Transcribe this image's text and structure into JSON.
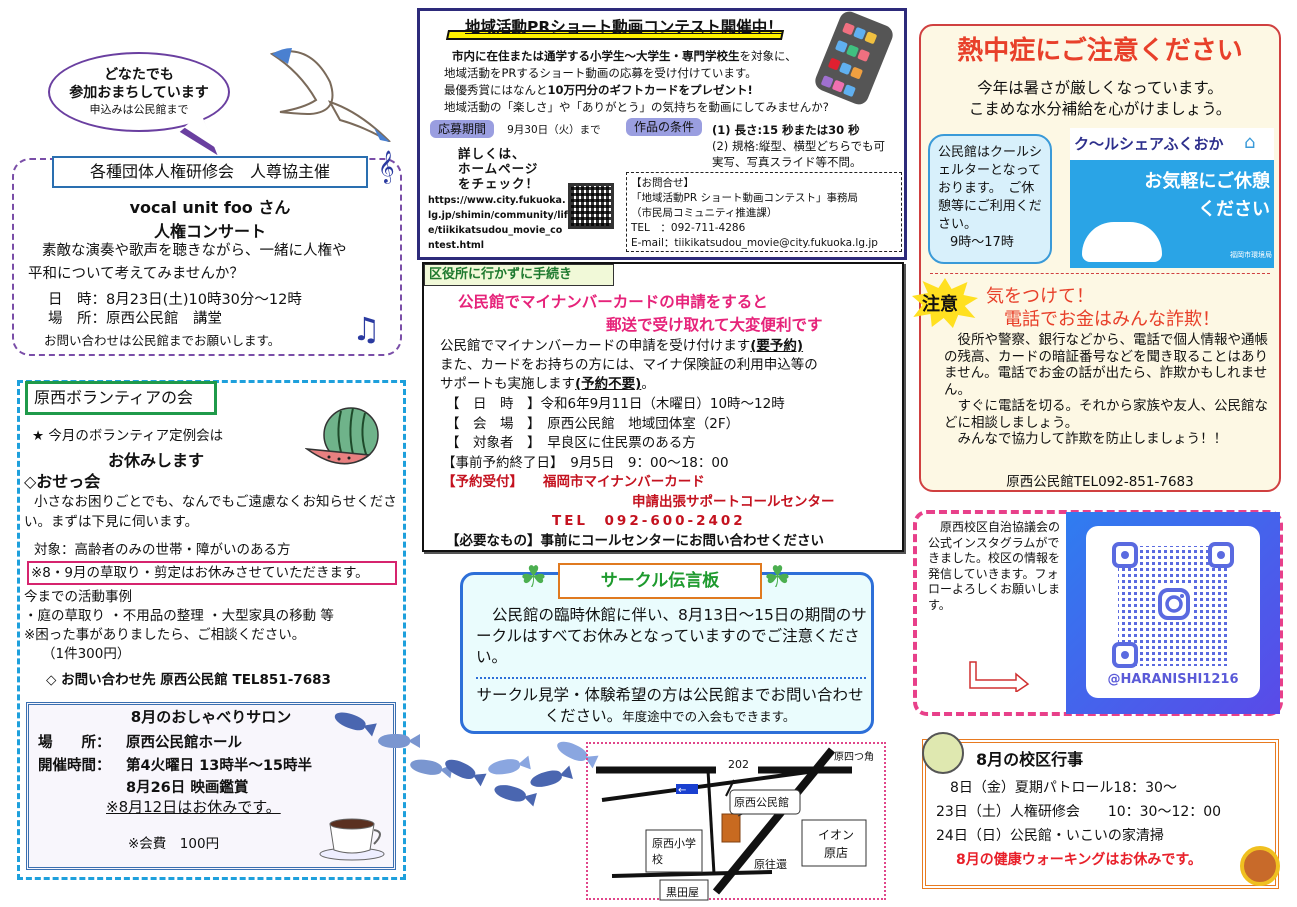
{
  "concert": {
    "bubble_line1": "どなたでも",
    "bubble_line2": "参加おまちしています",
    "bubble_line3": "申込みは公民館まで",
    "label": "各種団体人権研修会　人尊協主催",
    "performer": "vocal unit foo さん",
    "title": "人権コンサート",
    "desc_line1": "素敵な演奏や歌声を聴きながら、一緒に人権や",
    "desc_line2": "平和について考えてみませんか？",
    "datetime": "日　時：8月23日(土)10時30分～12時",
    "place": "場　所：原西公民館　講堂",
    "inquiry": "お問い合わせは公民館までお願いします。"
  },
  "volunteer": {
    "title": "原西ボランティアの会",
    "star_line": "★  今月のボランティア定例会は",
    "rest": "お休みします",
    "osekkai": "◇おせっ会",
    "desc": "小さなお困りごとでも、なんでもご遠慮なくお知らせください。まずは下見に伺います。",
    "target": "対象：高齢者のみの世帯・障がいのある方",
    "notice": "※8・9月の草取り・剪定はお休みさせていただきます。",
    "examples_title": "今までの活動事例",
    "examples": "・庭の草取り ・不用品の整理  ・大型家具の移動  等",
    "consult": "※困った事がありましたら、ご相談ください。",
    "fee": "（1件300円）",
    "contact": "◇ お問い合わせ先  原西公民館  TEL851-7683"
  },
  "salon": {
    "title": "8月のおしゃべりサロン",
    "place_label": "場　　所：",
    "place": "原西公民館ホール",
    "time_label": "開催時間：",
    "time": "第4火曜日  13時半～15時半",
    "special": "8月26日  映画鑑賞",
    "cancel": "※8月12日はお休みです。",
    "fee": "※会費　100円"
  },
  "contest": {
    "title": "地域活動PRショート動画コンテスト開催中！",
    "line1_bold": "市内に在住または通学する小学生～大学生・専門学校生",
    "line1_rest": "を対象に、",
    "line2": "地域活動をPRするショート動画の応募を受け付けています。",
    "line3_pre": "最優秀賞にはなんと",
    "line3_bold": "10万円分のギフトカードをプレゼント!",
    "line4": "地域活動の「楽しさ」や「ありがとう」の気持ちを動画にしてみませんか?",
    "period_label": "応募期間",
    "period": "9月30日（火）まで",
    "cond_label": "作品の条件",
    "cond1": "(1) 長さ:15 秒または30 秒",
    "cond2": "(2) 規格:縦型、横型どちらでも可",
    "cond3": "実写、写真スライド等不問。",
    "check_line1": "詳しくは、",
    "check_line2": "ホームページ",
    "check_line3": "をチェック！",
    "url": "https://www.city.fukuoka.lg.jp/shimin/community/life/tiikikatsudou_movie_contest.html",
    "inq_title": "【お問合せ】",
    "inq_office": "「地域活動PR ショート動画コンテスト」事務局",
    "inq_dept": "（市民局コミュニティ推進課）",
    "inq_tel": "TEL　：092-711-4286",
    "inq_email": "E-mail：tiikikatsudou_movie@city.fukuoka.lg.jp"
  },
  "mynumber": {
    "tag": "区役所に行かずに手続き",
    "headline1": "公民館でマイナンバーカードの申請をすると",
    "headline2": "郵送で受け取れて大変便利です",
    "body1_pre": "公民館でマイナンバーカードの申請を受け付けます",
    "body1_u": "(要予約)",
    "body2": "また、カードをお持ちの方には、マイナ保険証の利用申込等の",
    "body3_pre": "サポートも実施します",
    "body3_u": "(予約不要)",
    "body3_post": "。",
    "date": "【　日　時　】令和6年9月11日（木曜日）10時～12時",
    "venue": "【　会　場　】　原西公民館　地域団体室（2F）",
    "target": "【　対象者　】　早良区に住民票のある方",
    "deadline": "【事前予約終了日】　9月5日　9：00～18：00",
    "reserve_label": "【予約受付】",
    "reserve_center1": "福岡市マイナンバーカード",
    "reserve_center2": "申請出張サポートコールセンター",
    "tel": "TEL　092-600-2402",
    "required": "【必要なもの】事前にコールセンターにお問い合わせください"
  },
  "circle": {
    "title": "サークル伝言板",
    "para1": "公民館の臨時休館に伴い、8月13日～15日の期間のサークルはすべてお休みとなっていますのでご注意ください。",
    "para2_main": "サークル見学・体験希望の方は公民館までお問い合わせください。",
    "para2_small": "年度途中での入会もできます。"
  },
  "map": {
    "route": "202",
    "corner": "原四つ角",
    "community_center": "原西公民館",
    "school": "原西小学校",
    "aeon": "イオン原店",
    "haraourai": "原往還",
    "kurodaya": "黒田屋"
  },
  "heat": {
    "title": "熱中症にご注意ください",
    "body1": "今年は暑さが厳しくなっています。",
    "body2": "こまめな水分補給を心がけましょう。",
    "cool_text": "公民館はクールシェルターとなっております。　ご休憩等にご利用ください。",
    "cool_hours": "9時～17時",
    "cool_logo": "ク～ルシェアふくおか",
    "cool_msg1": "お気軽にご休憩",
    "cool_msg2": "ください",
    "cool_org": "福岡市環境局"
  },
  "fraud": {
    "badge": "注意",
    "head1": "気をつけて！",
    "head2": "電話でお金はみんな詐欺！",
    "body1": "　役所や警察、銀行などから、電話で個人情報や通帳の残高、カードの暗証番号などを聞き取ることはありません。電話でお金の話が出たら、詐欺かもしれません。",
    "body2": "　すぐに電話を切る。それから家族や友人、公民館などに相談しましょう。",
    "body3": "　みんなで協力して詐欺を防止しましょう！！",
    "tel": "原西公民館TEL092-851-7683"
  },
  "instagram": {
    "text": "　原西校区自治協議会の公式インスタグラムができました。校区の情報を発信していきます。フォローよろしくお願いします。",
    "handle": "@HARANISHI1216"
  },
  "events": {
    "title": "8月の校区行事",
    "items": [
      "　8日（金）夏期パトロール18：30～",
      "23日（土）人権研修会　　10：30～12：00",
      "24日（日）公民館・いこいの家清掃"
    ],
    "note": "8月の健康ウォーキングはお休みです。"
  },
  "colors": {
    "purple": "#6a3fa0",
    "blue_dash": "#1ea0dc",
    "pink": "#e6237a",
    "red": "#c4121f",
    "orange": "#e87a20",
    "navy": "#2d2a7a"
  }
}
